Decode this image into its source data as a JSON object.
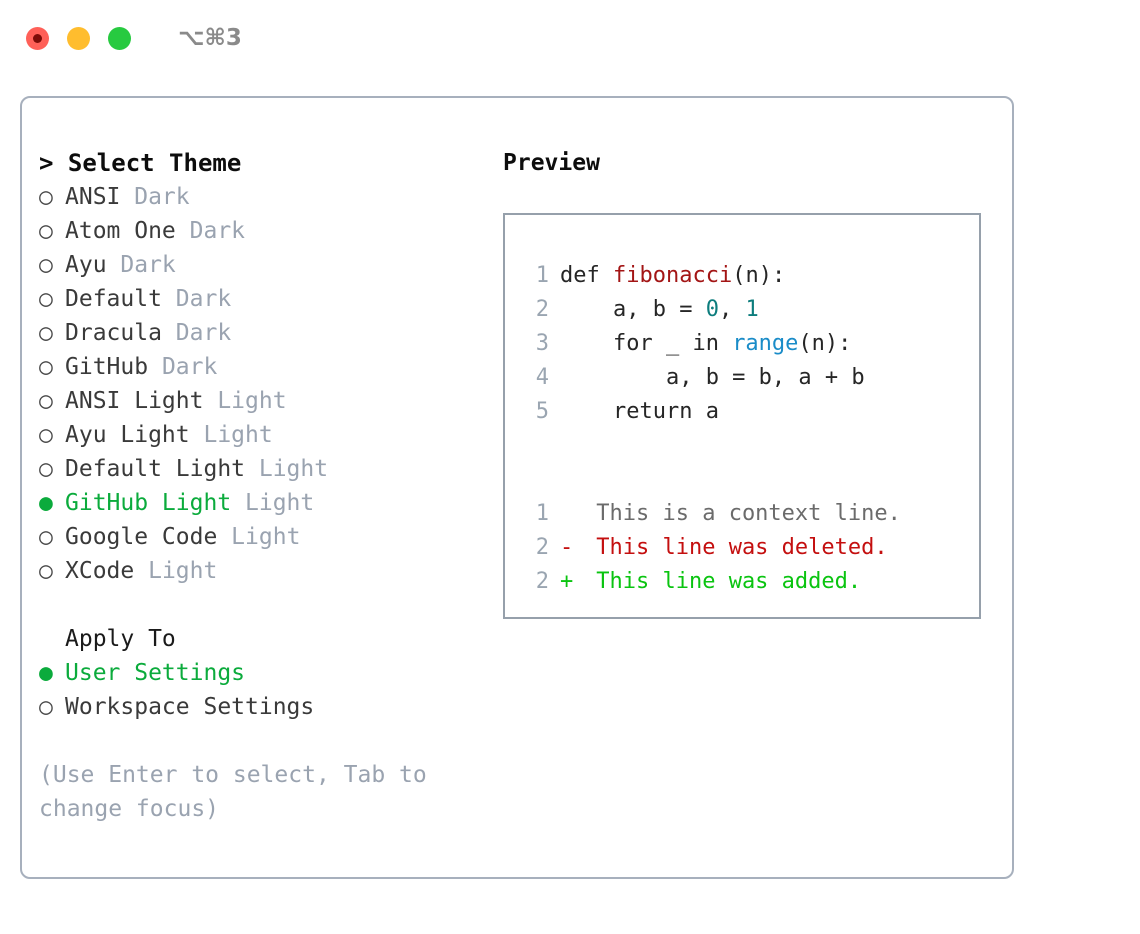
{
  "titlebar": {
    "shortcut": "⌥⌘3",
    "lights": [
      "close-red",
      "minimize-yellow",
      "maximize-green"
    ]
  },
  "left": {
    "heading": "> Select Theme",
    "themes": [
      {
        "bullet": "○",
        "name": "ANSI",
        "tag": "Dark",
        "selected": false
      },
      {
        "bullet": "○",
        "name": "Atom One",
        "tag": "Dark",
        "selected": false
      },
      {
        "bullet": "○",
        "name": "Ayu",
        "tag": "Dark",
        "selected": false
      },
      {
        "bullet": "○",
        "name": "Default",
        "tag": "Dark",
        "selected": false
      },
      {
        "bullet": "○",
        "name": "Dracula",
        "tag": "Dark",
        "selected": false
      },
      {
        "bullet": "○",
        "name": "GitHub",
        "tag": "Dark",
        "selected": false
      },
      {
        "bullet": "○",
        "name": "ANSI Light",
        "tag": "Light",
        "selected": false
      },
      {
        "bullet": "○",
        "name": "Ayu Light",
        "tag": "Light",
        "selected": false
      },
      {
        "bullet": "○",
        "name": "Default Light",
        "tag": "Light",
        "selected": false
      },
      {
        "bullet": "●",
        "name": "GitHub Light",
        "tag": "Light",
        "selected": true
      },
      {
        "bullet": "○",
        "name": "Google Code",
        "tag": "Light",
        "selected": false
      },
      {
        "bullet": "○",
        "name": "XCode",
        "tag": "Light",
        "selected": false
      }
    ],
    "apply_to_heading": "Apply To",
    "apply_options": [
      {
        "bullet": "●",
        "name": "User Settings",
        "selected": true
      },
      {
        "bullet": "○",
        "name": "Workspace Settings",
        "selected": false
      }
    ],
    "hint": "(Use Enter to select, Tab to change focus)"
  },
  "preview": {
    "label": "Preview",
    "code": [
      {
        "lineno": "1",
        "tokens": [
          {
            "t": "def ",
            "c": "plain"
          },
          {
            "t": "fibonacci",
            "c": "func"
          },
          {
            "t": "(n):",
            "c": "plain"
          }
        ]
      },
      {
        "lineno": "2",
        "tokens": [
          {
            "t": "    a, b = ",
            "c": "plain"
          },
          {
            "t": "0",
            "c": "num"
          },
          {
            "t": ", ",
            "c": "plain"
          },
          {
            "t": "1",
            "c": "num"
          }
        ]
      },
      {
        "lineno": "3",
        "tokens": [
          {
            "t": "    for _ in ",
            "c": "plain"
          },
          {
            "t": "range",
            "c": "call"
          },
          {
            "t": "(n):",
            "c": "plain"
          }
        ]
      },
      {
        "lineno": "4",
        "tokens": [
          {
            "t": "        a, b = b, a + b",
            "c": "plain"
          }
        ]
      },
      {
        "lineno": "5",
        "tokens": [
          {
            "t": "    return a",
            "c": "plain"
          }
        ]
      }
    ],
    "diff": [
      {
        "lineno": "1",
        "marker": " ",
        "text": " This is a context line.",
        "kind": "context"
      },
      {
        "lineno": "2",
        "marker": "-",
        "text": " This line was deleted.",
        "kind": "del"
      },
      {
        "lineno": "2",
        "marker": "+",
        "text": " This line was added.",
        "kind": "add"
      }
    ]
  },
  "colors": {
    "accent_green": "#0bab3c",
    "muted_gray": "#9aa3b0",
    "panel_border": "#a7b0bd",
    "preview_border": "#96a0ab",
    "diff_add": "#0ac410",
    "diff_del": "#c40f0f",
    "syntax_function": "#a31515",
    "syntax_number": "#0d7d7d",
    "syntax_call": "#1a8cc8"
  }
}
